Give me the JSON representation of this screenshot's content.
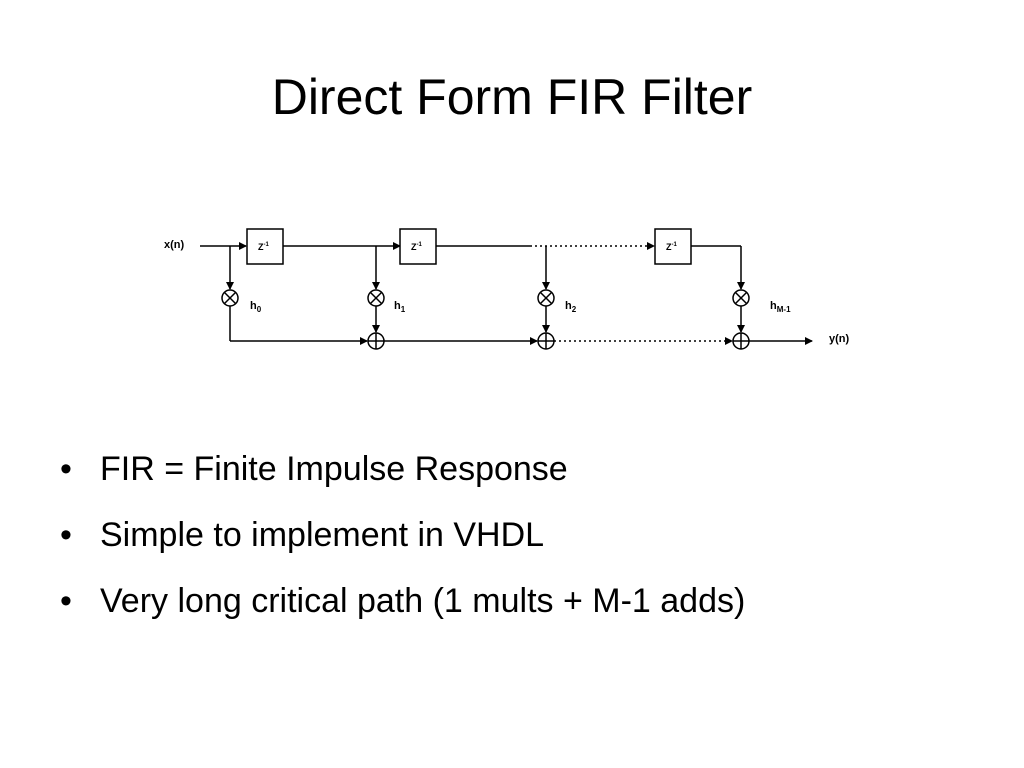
{
  "title": "Direct Form FIR Filter",
  "diagram": {
    "input_label": "x(n)",
    "output_label": "y(n)",
    "delay_label_base": "Z",
    "delay_label_exp": "-1",
    "coefficients": [
      {
        "base": "h",
        "sub": "0"
      },
      {
        "base": "h",
        "sub": "1"
      },
      {
        "base": "h",
        "sub": "2"
      },
      {
        "base": "h",
        "sub": "M-1"
      }
    ]
  },
  "bullets": [
    "FIR = Finite Impulse Response",
    "Simple to implement in VHDL",
    "Very long critical path (1 mults + M-1 adds)"
  ],
  "bullet_symbol": "•"
}
